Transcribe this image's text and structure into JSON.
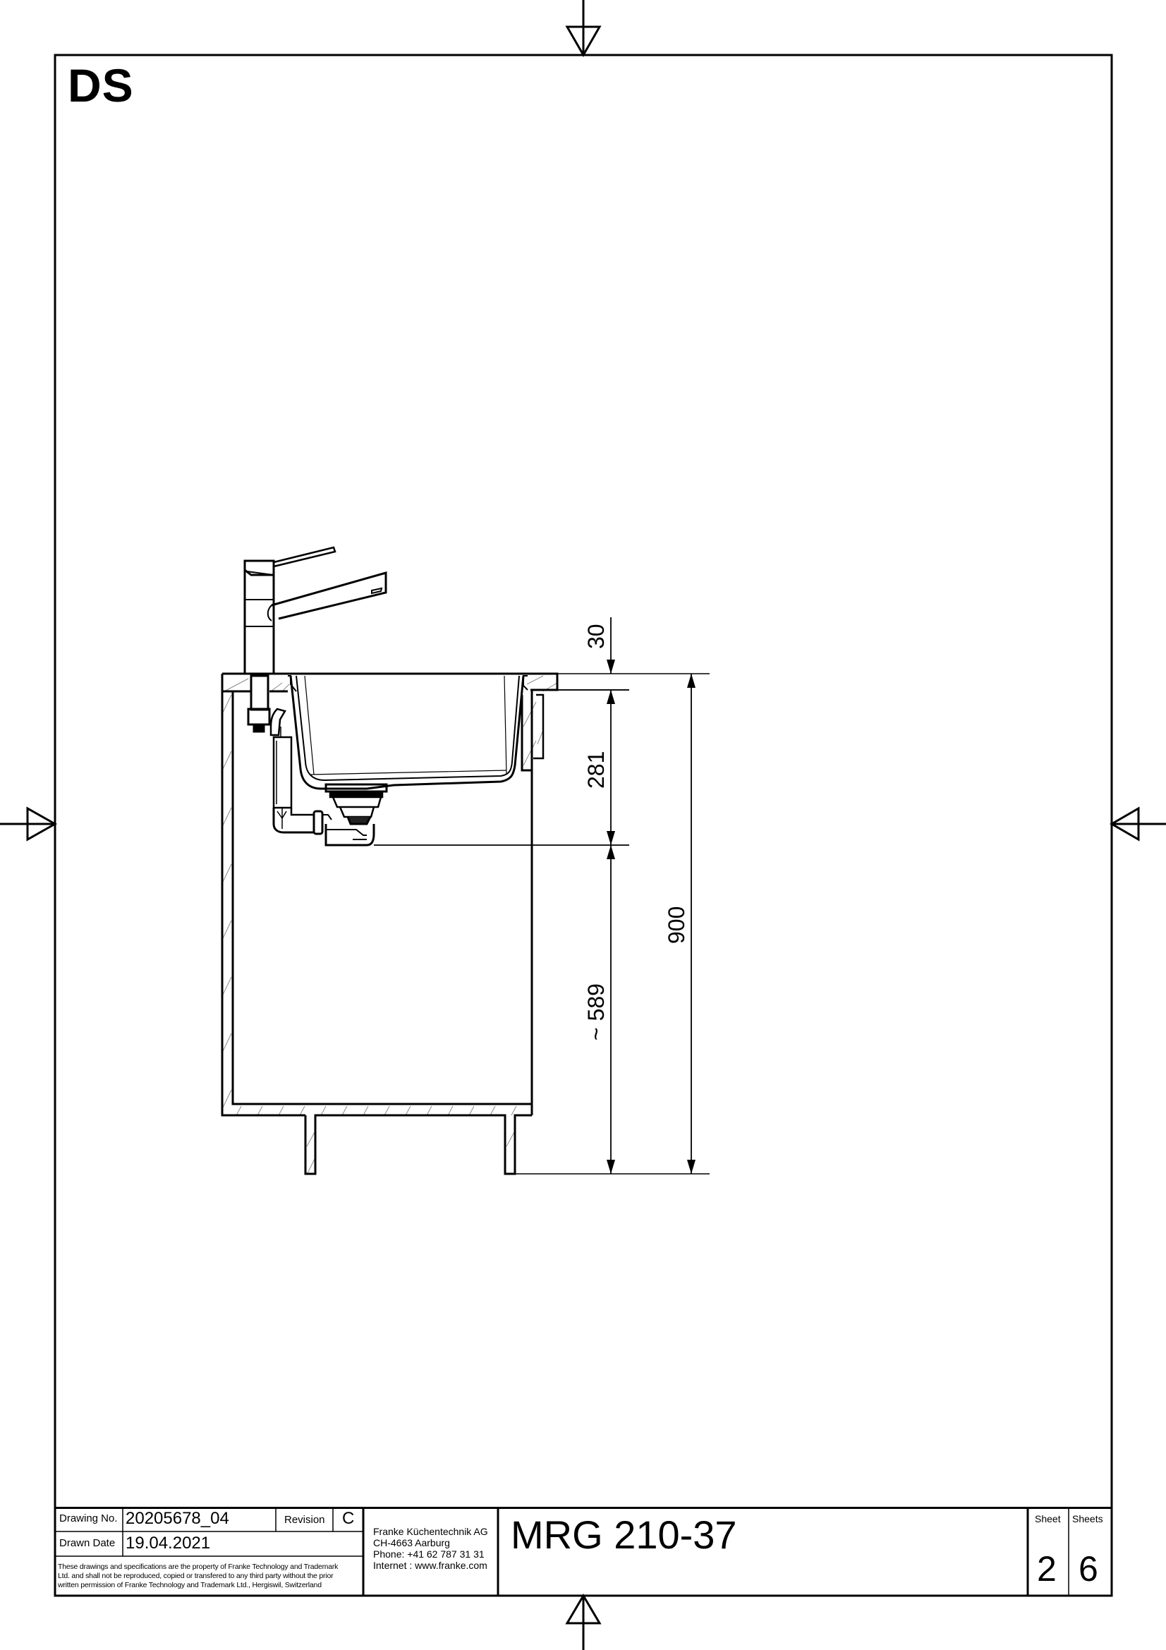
{
  "sheet_label": "DS",
  "title_block": {
    "drawing_no_label": "Drawing No.",
    "drawing_no": "20205678_04",
    "revision_label": "Revision",
    "revision": "C",
    "drawn_date_label": "Drawn Date",
    "drawn_date": "19.04.2021",
    "legal_notice": [
      "These drawings and specifications are the property of Franke Technology and Trademark",
      "Ltd. and shall not be reproduced, copied or transfered to any third party without the prior",
      "written permission of Franke Technology and Trademark Ltd., Hergiswil, Switzerland"
    ],
    "company": {
      "name": "Franke Küchentechnik AG",
      "address": "CH-4663 Aarburg",
      "phone": "Phone:  +41 62 787 31 31",
      "internet": "Internet :  www.franke.com"
    },
    "product": "MRG 210-37",
    "sheet_label": "Sheet",
    "sheet": "2",
    "sheets_label": "Sheets",
    "sheets": "6"
  },
  "dimensions": {
    "countertop_thickness": "30",
    "bowl_depth": "281",
    "drain_clearance": "~ 589",
    "total_height": "900"
  },
  "colors": {
    "line": "#000000",
    "hatch": "#8a8a8a",
    "background": "#ffffff"
  }
}
